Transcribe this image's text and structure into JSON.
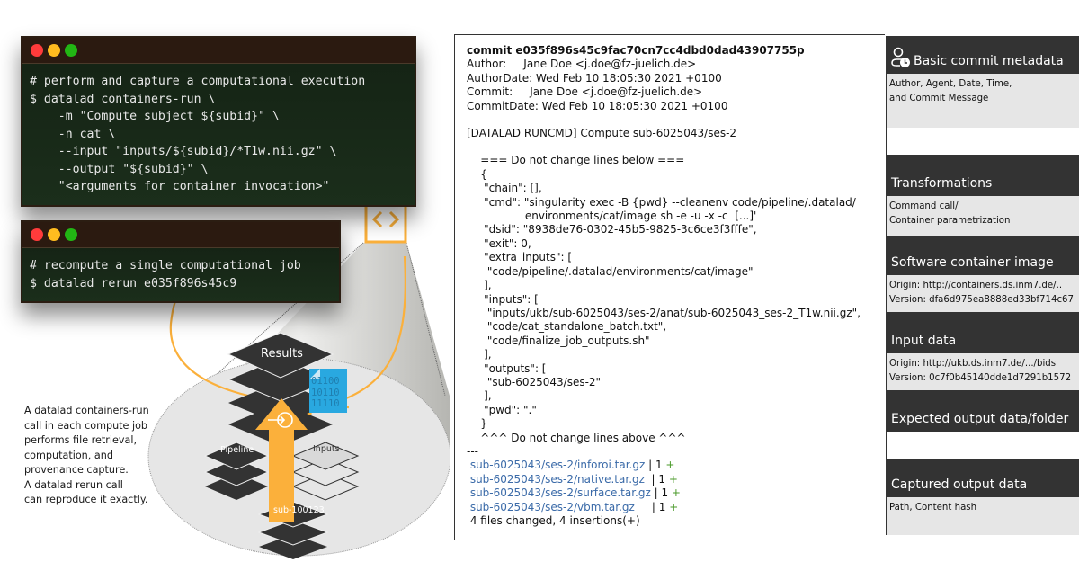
{
  "terminal_run": {
    "window_dots": [
      "close",
      "minimize",
      "maximize"
    ],
    "lines": [
      "# perform and capture a computational execution",
      "$ datalad containers-run \\",
      "    -m \"Compute subject ${subid}\" \\",
      "    -n cat \\",
      "    --input \"inputs/${subid}/*T1w.nii.gz\" \\",
      "    --output \"${subid}\" \\",
      "    \"<arguments for container invocation>\""
    ]
  },
  "terminal_rerun": {
    "lines": [
      "# recompute a single computational job",
      "$ datalad rerun e035f896s45c9"
    ]
  },
  "diagram": {
    "results_label": "Results",
    "pipeline_label": "Pipeline",
    "inputs_label": "Inputs",
    "subject_label": "sub-100123",
    "binary_lines": [
      "01100",
      "10110",
      "11110"
    ],
    "file_icon": "code-file-icon",
    "run_icon": "enter-circle-icon",
    "caption_lines": [
      "A datalad containers-run",
      "call in each compute job",
      "performs file retrieval,",
      "computation, and",
      "provenance capture.",
      "A datalad rerun call",
      "can reproduce it exactly."
    ],
    "colors": {
      "accent": "#fbb03b",
      "dark": "#333333",
      "binary": "#29a8e0"
    }
  },
  "commit": {
    "hash_line": "commit e035f896s45c9fac70cn7cc4dbd0dad43907755p",
    "author_line": "Author:     Jane Doe <j.doe@fz-juelich.de>",
    "author_date_line": "AuthorDate: Wed Feb 10 18:05:30 2021 +0100",
    "committer_line": "Commit:     Jane Doe <j.doe@fz-juelich.de>",
    "commit_date_line": "CommitDate: Wed Feb 10 18:05:30 2021 +0100",
    "message": "[DATALAD RUNCMD] Compute sub-6025043/ses-2",
    "record_lines": [
      "    === Do not change lines below ===",
      "    {",
      "     \"chain\": [],",
      "     \"cmd\": \"singularity exec -B {pwd} --cleanenv code/pipeline/.datalad/",
      "                 environments/cat/image sh -e -u -x -c  [...]'",
      "     \"dsid\": \"8938de76-0302-45b5-9825-3c6ce3f3fffe\",",
      "     \"exit\": 0,",
      "     \"extra_inputs\": [",
      "      \"code/pipeline/.datalad/environments/cat/image\"",
      "     ],",
      "     \"inputs\": [",
      "      \"inputs/ukb/sub-6025043/ses-2/anat/sub-6025043_ses-2_T1w.nii.gz\",",
      "      \"code/cat_standalone_batch.txt\",",
      "      \"code/finalize_job_outputs.sh\"",
      "     ],",
      "     \"outputs\": [",
      "      \"sub-6025043/ses-2\"",
      "     ],",
      "     \"pwd\": \".\"",
      "    }",
      "    ^^^ Do not change lines above ^^^"
    ],
    "separator": "---",
    "files": [
      {
        "path": " sub-6025043/ses-2/inforoi.tar.gz",
        "stat": " | 1 ",
        "plus": "+"
      },
      {
        "path": " sub-6025043/ses-2/native.tar.gz",
        "stat": "  | 1 ",
        "plus": "+"
      },
      {
        "path": " sub-6025043/ses-2/surface.tar.gz",
        "stat": " | 1 ",
        "plus": "+"
      },
      {
        "path": " sub-6025043/ses-2/vbm.tar.gz",
        "stat": "     | 1 ",
        "plus": "+"
      }
    ],
    "summary": " 4 files changed, 4 insertions(+)"
  },
  "metadata_panel": {
    "sections": [
      {
        "title": "Basic commit metadata",
        "icon": "user-clock-icon",
        "lines": [
          "Author, Agent, Date, Time,",
          "and Commit Message"
        ]
      },
      {
        "title": "Transformations",
        "lines": [
          "Command call/",
          "Container parametrization"
        ]
      },
      {
        "title": "Software container image",
        "lines": [
          "Origin: http://containers.ds.inm7.de/..",
          "Version: dfa6d975ea8888ed33bf714c67"
        ]
      },
      {
        "title": "Input data",
        "lines": [
          "Origin: http://ukb.ds.inm7.de/.../bids",
          "Version: 0c7f0b45140dde1d7291b1572"
        ]
      },
      {
        "title": "Expected output data/folder",
        "lines": []
      },
      {
        "title": "Captured output data",
        "lines": [
          "Path, Content hash"
        ]
      }
    ]
  }
}
